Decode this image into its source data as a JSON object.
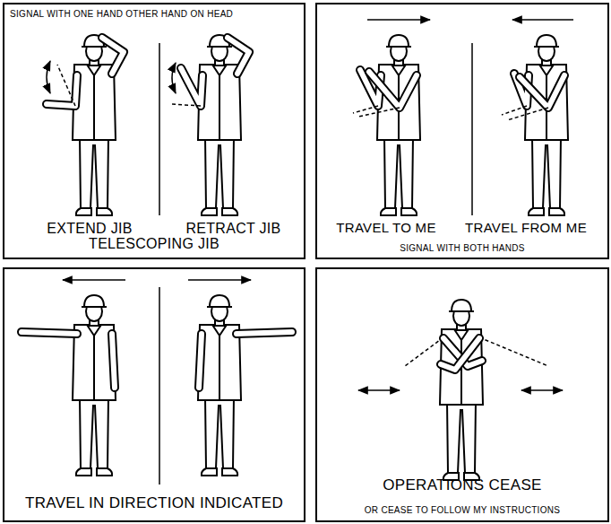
{
  "diagram": {
    "nodes": [
      {
        "text": [
          "SIGNAL WITH ONE HAND OTHER HAND ON HEAD",
          "EXTEND JIB",
          "RETRACT JIB",
          "TELESCOPING JIB"
        ]
      },
      {
        "text": [
          "TRAVEL TO ME",
          "TRAVEL FROM ME",
          "SIGNAL WITH BOTH HANDS"
        ]
      },
      {
        "text": [
          "TRAVEL IN DIRECTION INDICATED"
        ]
      },
      {
        "text": [
          "OPERATIONS CEASE",
          "OR CEASE TO FOLLOW MY INSTRUCTIONS"
        ]
      }
    ]
  }
}
